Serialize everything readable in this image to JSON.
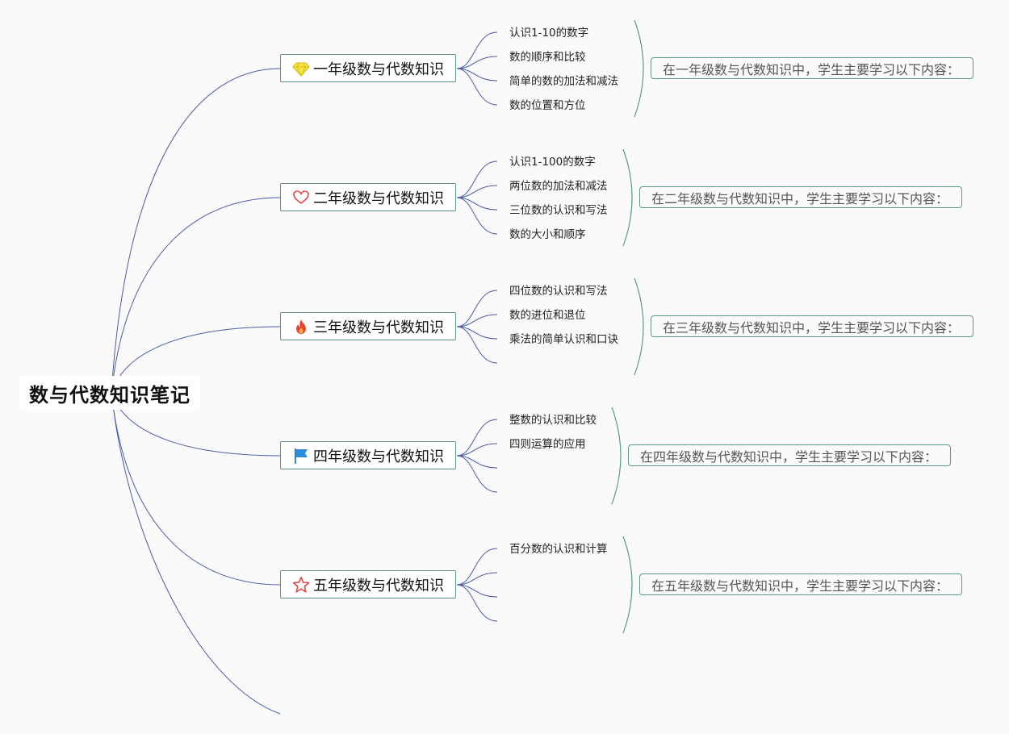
{
  "root": {
    "title": "数与代数知识笔记"
  },
  "branches": [
    {
      "label": "一年级数与代数知识",
      "icon": "diamond-icon",
      "leaves": [
        "认识1-10的数字",
        "数的顺序和比较",
        "简单的数的加法和减法",
        "数的位置和方位"
      ],
      "summary": "在一年级数与代数知识中，学生主要学习以下内容："
    },
    {
      "label": "二年级数与代数知识",
      "icon": "heart-icon",
      "leaves": [
        "认识1-100的数字",
        "两位数的加法和减法",
        "三位数的认识和写法",
        "数的大小和顺序"
      ],
      "summary": "在二年级数与代数知识中，学生主要学习以下内容："
    },
    {
      "label": "三年级数与代数知识",
      "icon": "fire-icon",
      "leaves": [
        "四位数的认识和写法",
        "数的进位和退位",
        "乘法的简单认识和口诀",
        ""
      ],
      "summary": "在三年级数与代数知识中，学生主要学习以下内容："
    },
    {
      "label": "四年级数与代数知识",
      "icon": "flag-icon",
      "leaves": [
        "整数的认识和比较",
        "四则运算的应用",
        "",
        ""
      ],
      "summary": "在四年级数与代数知识中，学生主要学习以下内容："
    },
    {
      "label": "五年级数与代数知识",
      "icon": "star-icon",
      "leaves": [
        "百分数的认识和计算",
        "",
        "",
        ""
      ],
      "summary": "在五年级数与代数知识中，学生主要学习以下内容："
    }
  ],
  "colors": {
    "connector": "#4b5aa8",
    "accent": "#5a9a86"
  }
}
